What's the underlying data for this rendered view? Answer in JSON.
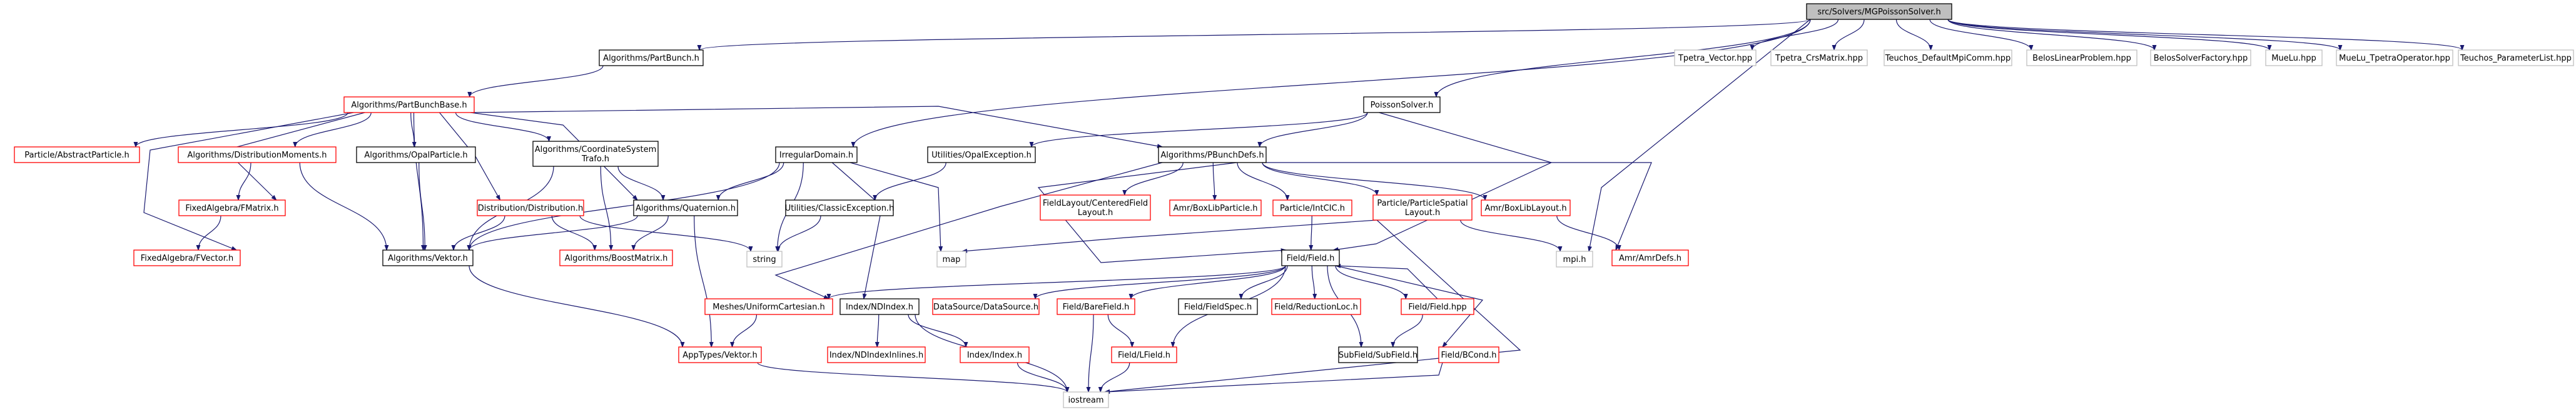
{
  "graph": {
    "colors": {
      "edge": "#191970",
      "border_default": "#000000",
      "border_missing": "#ff0000",
      "border_external": "#bfbfbf",
      "root_fill": "#bfbfbf",
      "fill": "#ffffff"
    },
    "nodes": [
      {
        "id": "root",
        "lines": [
          "src/Solvers/MGPoissonSolver.h"
        ],
        "style": "root"
      },
      {
        "id": "partbunch",
        "lines": [
          "Algorithms/PartBunch.h"
        ],
        "style": "default"
      },
      {
        "id": "tpetra_vector",
        "lines": [
          "Tpetra_Vector.hpp"
        ],
        "style": "external"
      },
      {
        "id": "tpetra_crs",
        "lines": [
          "Tpetra_CrsMatrix.hpp"
        ],
        "style": "external"
      },
      {
        "id": "teuchos_mpi",
        "lines": [
          "Teuchos_DefaultMpiComm.hpp"
        ],
        "style": "external"
      },
      {
        "id": "belos_lin",
        "lines": [
          "BelosLinearProblem.hpp"
        ],
        "style": "external"
      },
      {
        "id": "belos_fac",
        "lines": [
          "BelosSolverFactory.hpp"
        ],
        "style": "external"
      },
      {
        "id": "muelu",
        "lines": [
          "MueLu.hpp"
        ],
        "style": "external"
      },
      {
        "id": "muelu_tpetra",
        "lines": [
          "MueLu_TpetraOperator.hpp"
        ],
        "style": "external"
      },
      {
        "id": "teuchos_param",
        "lines": [
          "Teuchos_ParameterList.hpp"
        ],
        "style": "external"
      },
      {
        "id": "partbunchbase",
        "lines": [
          "Algorithms/PartBunchBase.h"
        ],
        "style": "missing"
      },
      {
        "id": "poissonsolver",
        "lines": [
          "PoissonSolver.h"
        ],
        "style": "default"
      },
      {
        "id": "abstractparticle",
        "lines": [
          "Particle/AbstractParticle.h"
        ],
        "style": "missing"
      },
      {
        "id": "distmoments",
        "lines": [
          "Algorithms/DistributionMoments.h"
        ],
        "style": "missing"
      },
      {
        "id": "opalparticle",
        "lines": [
          "Algorithms/OpalParticle.h"
        ],
        "style": "default"
      },
      {
        "id": "coordsys",
        "lines": [
          "Algorithms/CoordinateSystem",
          "Trafo.h"
        ],
        "style": "default"
      },
      {
        "id": "irregulardomain",
        "lines": [
          "IrregularDomain.h"
        ],
        "style": "default"
      },
      {
        "id": "opalexception",
        "lines": [
          "Utilities/OpalException.h"
        ],
        "style": "default"
      },
      {
        "id": "pbunchdefs",
        "lines": [
          "Algorithms/PBunchDefs.h"
        ],
        "style": "default"
      },
      {
        "id": "fmatrix",
        "lines": [
          "FixedAlgebra/FMatrix.h"
        ],
        "style": "missing"
      },
      {
        "id": "distribution",
        "lines": [
          "Distribution/Distribution.h"
        ],
        "style": "missing"
      },
      {
        "id": "quaternion",
        "lines": [
          "Algorithms/Quaternion.h"
        ],
        "style": "default"
      },
      {
        "id": "classicexception",
        "lines": [
          "Utilities/ClassicException.h"
        ],
        "style": "default"
      },
      {
        "id": "fieldlayout",
        "lines": [
          "FieldLayout/CenteredField",
          "Layout.h"
        ],
        "style": "missing"
      },
      {
        "id": "amrboxlibparticle",
        "lines": [
          "Amr/BoxLibParticle.h"
        ],
        "style": "missing"
      },
      {
        "id": "intcic",
        "lines": [
          "Particle/IntCIC.h"
        ],
        "style": "missing"
      },
      {
        "id": "particlespatial",
        "lines": [
          "Particle/ParticleSpatial",
          "Layout.h"
        ],
        "style": "missing"
      },
      {
        "id": "amrboxliblayout",
        "lines": [
          "Amr/BoxLibLayout.h"
        ],
        "style": "missing"
      },
      {
        "id": "fvector",
        "lines": [
          "FixedAlgebra/FVector.h"
        ],
        "style": "missing"
      },
      {
        "id": "vektor",
        "lines": [
          "Algorithms/Vektor.h"
        ],
        "style": "default"
      },
      {
        "id": "string",
        "lines": [
          "string"
        ],
        "style": "external"
      },
      {
        "id": "boostmatrix",
        "lines": [
          "Algorithms/BoostMatrix.h"
        ],
        "style": "missing"
      },
      {
        "id": "map",
        "lines": [
          "map"
        ],
        "style": "external"
      },
      {
        "id": "field",
        "lines": [
          "Field/Field.h"
        ],
        "style": "default"
      },
      {
        "id": "mpih",
        "lines": [
          "mpi.h"
        ],
        "style": "external"
      },
      {
        "id": "amrdefs",
        "lines": [
          "Amr/AmrDefs.h"
        ],
        "style": "missing"
      },
      {
        "id": "uniformcartesian",
        "lines": [
          "Meshes/UniformCartesian.h"
        ],
        "style": "missing"
      },
      {
        "id": "ndindex",
        "lines": [
          "Index/NDIndex.h"
        ],
        "style": "default"
      },
      {
        "id": "datasource",
        "lines": [
          "DataSource/DataSource.h"
        ],
        "style": "missing"
      },
      {
        "id": "barefield",
        "lines": [
          "Field/BareField.h"
        ],
        "style": "missing"
      },
      {
        "id": "fieldspec",
        "lines": [
          "Field/FieldSpec.h"
        ],
        "style": "default"
      },
      {
        "id": "reductionloc",
        "lines": [
          "Field/ReductionLoc.h"
        ],
        "style": "missing"
      },
      {
        "id": "fieldhpp",
        "lines": [
          "Field/Field.hpp"
        ],
        "style": "missing"
      },
      {
        "id": "bcond",
        "lines": [
          "Field/BCond.h"
        ],
        "style": "missing"
      },
      {
        "id": "ndindexinlines",
        "lines": [
          "Index/NDIndexInlines.h"
        ],
        "style": "missing"
      },
      {
        "id": "indexh",
        "lines": [
          "Index/Index.h"
        ],
        "style": "missing"
      },
      {
        "id": "lfield",
        "lines": [
          "Field/LField.h"
        ],
        "style": "missing"
      },
      {
        "id": "subfield",
        "lines": [
          "SubField/SubField.h"
        ],
        "style": "default"
      },
      {
        "id": "apptypes_vektor",
        "lines": [
          "AppTypes/Vektor.h"
        ],
        "style": "missing"
      },
      {
        "id": "iostream",
        "lines": [
          "iostream"
        ],
        "style": "external"
      }
    ],
    "edges": [
      [
        "root",
        "partbunch"
      ],
      [
        "root",
        "tpetra_vector"
      ],
      [
        "root",
        "tpetra_crs"
      ],
      [
        "root",
        "teuchos_mpi"
      ],
      [
        "root",
        "belos_lin"
      ],
      [
        "root",
        "belos_fac"
      ],
      [
        "root",
        "muelu"
      ],
      [
        "root",
        "muelu_tpetra"
      ],
      [
        "root",
        "teuchos_param"
      ],
      [
        "root",
        "poissonsolver"
      ],
      [
        "root",
        "irregulardomain"
      ],
      [
        "root",
        "mpih"
      ],
      [
        "partbunch",
        "partbunchbase"
      ],
      [
        "partbunchbase",
        "abstractparticle"
      ],
      [
        "partbunchbase",
        "distmoments"
      ],
      [
        "partbunchbase",
        "opalparticle"
      ],
      [
        "partbunchbase",
        "coordsys"
      ],
      [
        "partbunchbase",
        "pbunchdefs"
      ],
      [
        "partbunchbase",
        "fmatrix"
      ],
      [
        "partbunchbase",
        "fvector"
      ],
      [
        "partbunchbase",
        "vektor"
      ],
      [
        "partbunchbase",
        "quaternion"
      ],
      [
        "partbunchbase",
        "distribution"
      ],
      [
        "poissonsolver",
        "opalexception"
      ],
      [
        "poissonsolver",
        "pbunchdefs"
      ],
      [
        "poissonsolver",
        "field"
      ],
      [
        "distmoments",
        "fmatrix"
      ],
      [
        "distmoments",
        "vektor"
      ],
      [
        "opalparticle",
        "vektor"
      ],
      [
        "coordsys",
        "quaternion"
      ],
      [
        "coordsys",
        "boostmatrix"
      ],
      [
        "coordsys",
        "vektor"
      ],
      [
        "irregulardomain",
        "vektor"
      ],
      [
        "irregulardomain",
        "quaternion"
      ],
      [
        "irregulardomain",
        "string"
      ],
      [
        "irregulardomain",
        "map"
      ],
      [
        "irregulardomain",
        "ndindex"
      ],
      [
        "opalexception",
        "classicexception"
      ],
      [
        "pbunchdefs",
        "fieldlayout"
      ],
      [
        "pbunchdefs",
        "amrboxlibparticle"
      ],
      [
        "pbunchdefs",
        "intcic"
      ],
      [
        "pbunchdefs",
        "particlespatial"
      ],
      [
        "pbunchdefs",
        "amrboxliblayout"
      ],
      [
        "pbunchdefs",
        "amrdefs"
      ],
      [
        "pbunchdefs",
        "field"
      ],
      [
        "pbunchdefs",
        "uniformcartesian"
      ],
      [
        "fmatrix",
        "fvector"
      ],
      [
        "distribution",
        "string"
      ],
      [
        "distribution",
        "boostmatrix"
      ],
      [
        "distribution",
        "vektor"
      ],
      [
        "quaternion",
        "vektor"
      ],
      [
        "quaternion",
        "boostmatrix"
      ],
      [
        "quaternion",
        "apptypes_vektor"
      ],
      [
        "classicexception",
        "string"
      ],
      [
        "intcic",
        "field"
      ],
      [
        "particlespatial",
        "map"
      ],
      [
        "particlespatial",
        "mpih"
      ],
      [
        "particlespatial",
        "iostream"
      ],
      [
        "amrboxliblayout",
        "amrdefs"
      ],
      [
        "vektor",
        "apptypes_vektor"
      ],
      [
        "field",
        "uniformcartesian"
      ],
      [
        "field",
        "datasource"
      ],
      [
        "field",
        "barefield"
      ],
      [
        "field",
        "fieldspec"
      ],
      [
        "field",
        "reductionloc"
      ],
      [
        "field",
        "fieldhpp"
      ],
      [
        "field",
        "bcond"
      ],
      [
        "field",
        "lfield"
      ],
      [
        "field",
        "subfield"
      ],
      [
        "fieldhpp",
        "field"
      ],
      [
        "fieldhpp",
        "subfield"
      ],
      [
        "uniformcartesian",
        "apptypes_vektor"
      ],
      [
        "ndindex",
        "ndindexinlines"
      ],
      [
        "ndindex",
        "indexh"
      ],
      [
        "ndindex",
        "iostream"
      ],
      [
        "barefield",
        "lfield"
      ],
      [
        "barefield",
        "iostream"
      ],
      [
        "indexh",
        "iostream"
      ],
      [
        "lfield",
        "iostream"
      ],
      [
        "bcond",
        "iostream"
      ],
      [
        "apptypes_vektor",
        "iostream"
      ]
    ]
  }
}
